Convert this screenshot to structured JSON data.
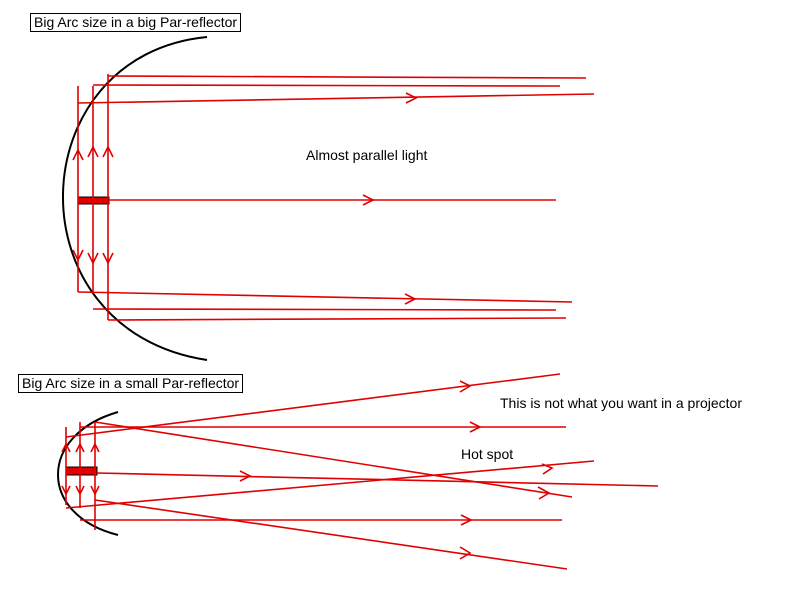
{
  "labels": {
    "big_reflector_title": "Big Arc size in a big Par-reflector",
    "parallel_note": "Almost parallel light",
    "small_reflector_title": "Big Arc size in a small Par-reflector",
    "projector_note": "This is not what you want in a projector",
    "hot_spot": "Hot spot"
  },
  "colors": {
    "ray": "#e00000",
    "reflector": "#000000",
    "arc": "#e00000",
    "background": "#ffffff"
  }
}
